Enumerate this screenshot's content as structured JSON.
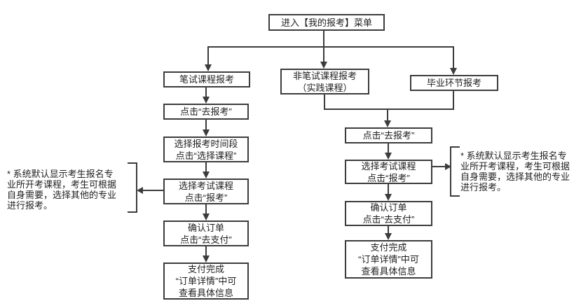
{
  "flowchart": {
    "nodes": {
      "start": "进入【我的报考】菜单",
      "branch_written": "笔试课程报考",
      "branch_non_written": "非笔试课程报考\n（实践课程）",
      "branch_graduation": "毕业环节报考",
      "written_step_1": "点击“去报考”",
      "written_step_2": "选择报考时间段\n点击“选择课程”",
      "written_step_3": "选择考试课程\n点击“报考”",
      "written_step_4": "确认订单\n点击“去支付”",
      "written_step_5": "支付完成\n“订单详情”中可\n查看具体信息",
      "merged_step_1": "点击“去报考”",
      "merged_step_2": "选择考试课程\n点击“报考”",
      "merged_step_3": "确认订单\n点击“去支付”",
      "merged_step_4": "支付完成\n“订单详情”中可\n查看具体信息"
    },
    "notes": {
      "left": "* 系统默认显示考生报名专\n业所开考课程，考生可根据\n自身需要，选择其他的专业\n进行报考。",
      "right": "* 系统默认显示考生报名专\n业所开考课程，考生可根据\n自身需要，选择其他的专业\n进行报考。"
    },
    "colors": {
      "line": "#3c3c3c",
      "box_border": "#3c3c3c",
      "text": "#1f1f1f",
      "background": "#ffffff"
    }
  }
}
